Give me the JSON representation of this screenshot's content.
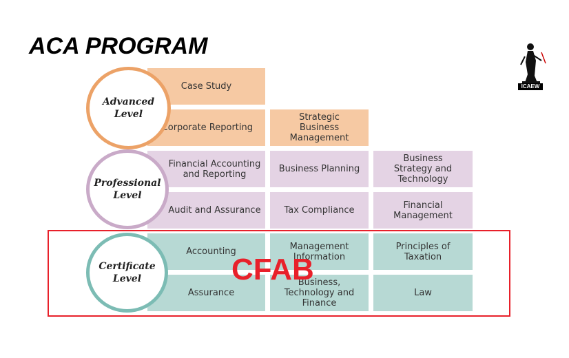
{
  "title": "ACA PROGRAM",
  "logo": {
    "text": "ICAEW",
    "icon": "icaew-statue-logo-icon"
  },
  "levels": {
    "advanced": {
      "line1": "Advanced",
      "line2": "Level"
    },
    "professional": {
      "line1": "Professional",
      "line2": "Level"
    },
    "certificate": {
      "line1": "Certificate",
      "line2": "Level"
    }
  },
  "modules": {
    "case_study": "Case Study",
    "corporate_reporting": "Corporate Reporting",
    "strategic_business_management": "Strategic Business Management",
    "financial_accounting_reporting": "Financial Accounting and Reporting",
    "business_planning": "Business Planning",
    "business_strategy_technology": "Business Strategy and Technology",
    "audit_assurance": "Audit and Assurance",
    "tax_compliance": "Tax Compliance",
    "financial_management": "Financial Management",
    "accounting": "Accounting",
    "management_information": "Management Information",
    "principles_of_taxation": "Principles of Taxation",
    "assurance": "Assurance",
    "business_technology_finance": "Business, Technology and Finance",
    "law": "Law"
  },
  "annotation": {
    "label": "CFAB",
    "color": "#e8202a"
  },
  "colors": {
    "advanced_fill": "#f6c9a3",
    "advanced_ring": "#eca267",
    "professional_fill": "#e4d3e4",
    "professional_ring": "#c9aac8",
    "certificate_fill": "#b7d9d4",
    "certificate_ring": "#7cbcb4"
  }
}
